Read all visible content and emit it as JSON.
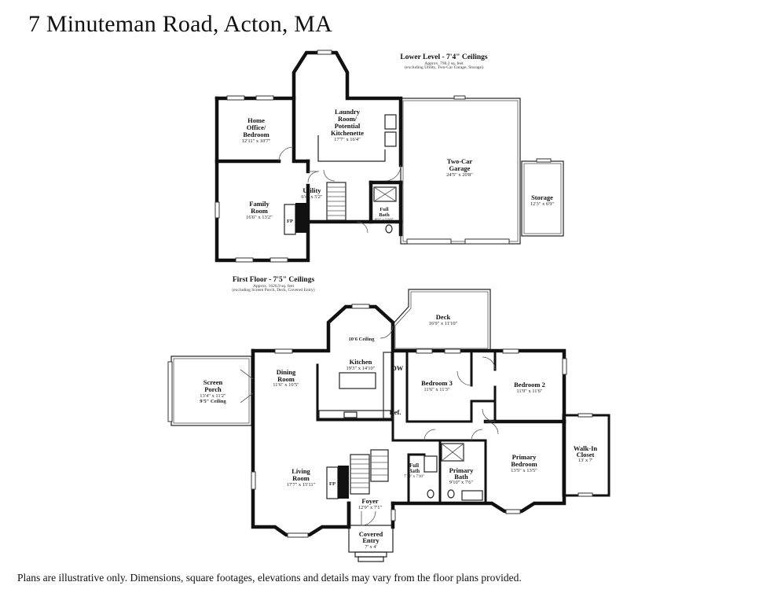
{
  "title": "7 Minuteman Road, Acton, MA",
  "disclaimer": "Plans are illustrative only. Dimensions, square footages, elevations and details may vary from the floor plans provided.",
  "lower_level": {
    "heading": "Lower Level - 7'4\" Ceilings",
    "area": "Approx. 798.2 sq. feet",
    "note": "(excluding Utility, Two-Car Garage, Storage)",
    "rooms": {
      "home_office": {
        "name_1": "Home",
        "name_2": "Office/",
        "name_3": "Bedroom",
        "dim": "12'11\" x 10'7\""
      },
      "laundry": {
        "name_1": "Laundry",
        "name_2": "Room/",
        "name_3": "Potential",
        "name_4": "Kitchenette",
        "dim": "17'7\" x 16'4\""
      },
      "garage": {
        "name_1": "Two-Car",
        "name_2": "Garage",
        "dim": "24'5\" x 20'8\""
      },
      "storage": {
        "name": "Storage",
        "dim": "12'3\" x 6'9\""
      },
      "family": {
        "name_1": "Family",
        "name_2": "Room",
        "dim": "16'6\" x 13'2\""
      },
      "utility": {
        "name": "Utility",
        "dim": "6'4\" x 5'2\""
      },
      "full_bath": {
        "name_1": "Full",
        "name_2": "Bath",
        "dim": "8'1\" x 5'10\""
      },
      "fireplace": "FP"
    }
  },
  "first_floor": {
    "heading": "First Floor - 7'5\" Ceilings",
    "area": "Approx. 1626.9 sq. feet",
    "note": "(excluding Screen Porch, Deck, Covered Entry)",
    "rooms": {
      "deck": {
        "name": "Deck",
        "dim": "16'9\" x 11'10\""
      },
      "ceiling_note": "10'6 Ceiling",
      "kitchen": {
        "name": "Kitchen",
        "dim": "19'3\" x 14'10\""
      },
      "dw": "DW",
      "ref": "Ref.",
      "dining": {
        "name_1": "Dining",
        "name_2": "Room",
        "dim": "11'6\" x 10'5\""
      },
      "screen_porch": {
        "name_1": "Screen",
        "name_2": "Porch",
        "dim": "13'4\" x 11'2\"",
        "ceiling": "9'5\" Ceiling"
      },
      "bedroom3": {
        "name": "Bedroom 3",
        "dim": "11'6\" x 11'3\""
      },
      "bedroom2": {
        "name": "Bedroom 2",
        "dim": "11'9\" x 11'6\""
      },
      "walkin": {
        "name_1": "Walk-In",
        "name_2": "Closet",
        "dim": "13' x 7'"
      },
      "primary_bedroom": {
        "name_1": "Primary",
        "name_2": "Bedroom",
        "dim": "13'5\" x 13'5\""
      },
      "primary_bath": {
        "name_1": "Primary",
        "name_2": "Bath",
        "dim": "9'10\" x 7'6\""
      },
      "full_bath": {
        "name_1": "Full",
        "name_2": "Bath",
        "dim": "7'10\" x 7'10\""
      },
      "living": {
        "name_1": "Living",
        "name_2": "Room",
        "dim": "17'7\" x 15'11\""
      },
      "foyer": {
        "name": "Foyer",
        "dim": "12'9\" x 7'1\""
      },
      "covered_entry": {
        "name_1": "Covered",
        "name_2": "Entry",
        "dim": "7' x 4'"
      },
      "fireplace": "FP"
    }
  }
}
